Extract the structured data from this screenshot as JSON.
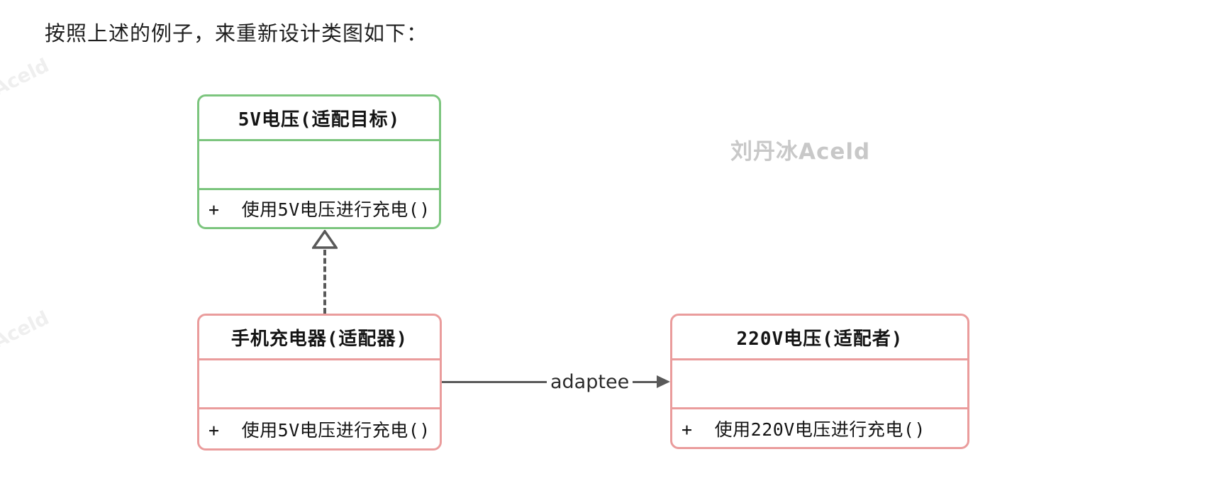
{
  "page": {
    "heading": "按照上述的例子，来重新设计类图如下："
  },
  "watermarks": {
    "diagonal_text": "Aceld",
    "center_text": "刘丹冰Aceld"
  },
  "diagram": {
    "type": "uml-class-diagram",
    "classes": [
      {
        "id": "target",
        "title": "5V电压(适配目标)",
        "attributes": "",
        "methods": "+  使用5V电压进行充电()",
        "border_color": "#7cc57e"
      },
      {
        "id": "adapter",
        "title": "手机充电器(适配器)",
        "attributes": "",
        "methods": "+  使用5V电压进行充电()",
        "border_color": "#ea9c9c"
      },
      {
        "id": "adaptee",
        "title": "220V电压(适配者)",
        "attributes": "",
        "methods": "+  使用220V电压进行充电()",
        "border_color": "#ea9c9c"
      }
    ],
    "relations": [
      {
        "type": "realization",
        "from": "adapter",
        "to": "target",
        "style": "dashed-hollow-triangle",
        "label": ""
      },
      {
        "type": "association",
        "from": "adapter",
        "to": "adaptee",
        "style": "solid-filled-arrow",
        "label": "adaptee"
      }
    ],
    "colors": {
      "target_border": "#7cc57e",
      "adapter_border": "#ea9c9c",
      "adaptee_border": "#ea9c9c",
      "connector": "#595959",
      "watermark_center": "#c8c8c8",
      "watermark_diagonal": "#efefef"
    }
  }
}
